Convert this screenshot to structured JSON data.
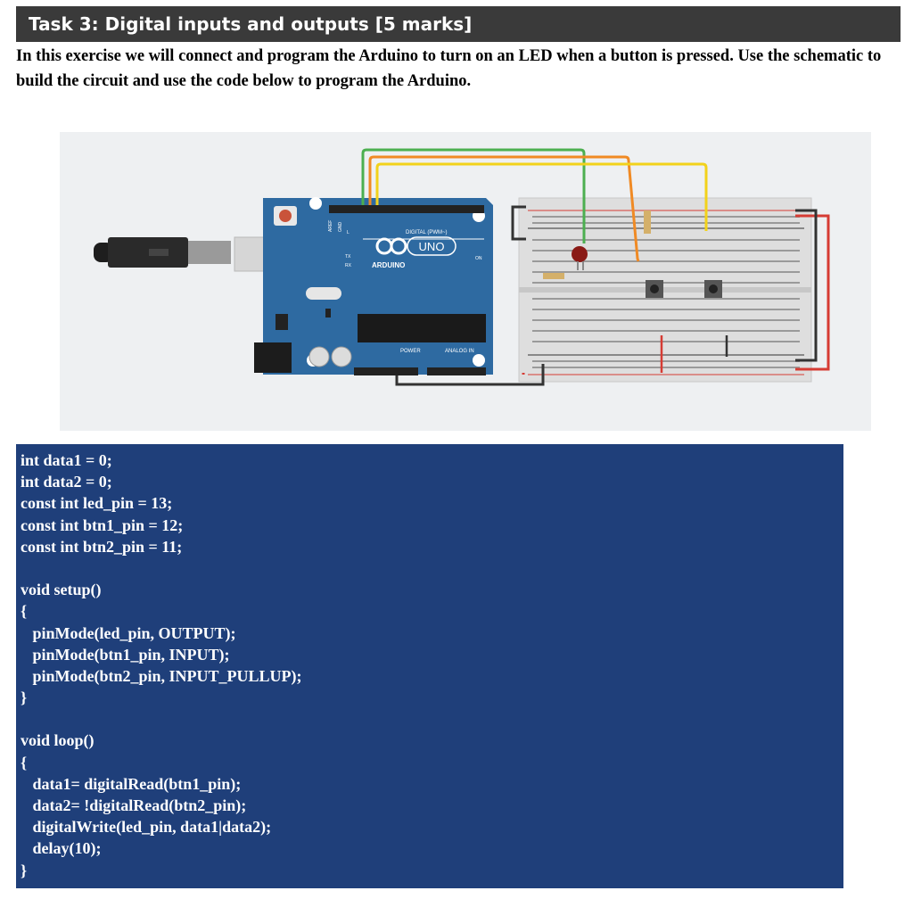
{
  "header": {
    "title": "Task 3: Digital inputs and outputs [5 marks]"
  },
  "intro": {
    "text": "In this exercise we will connect and program the Arduino to turn on an LED when a button is pressed. Use the schematic to build the circuit and use the code below to program the Arduino."
  },
  "board": {
    "digital_label": "DIGITAL (PWM~)",
    "logo_label": "UNO",
    "brand_label": "ARDUINO",
    "power_label": "POWER",
    "analog_label": "ANALOG IN",
    "on_label": "ON",
    "tx_label": "TX",
    "rx_label": "RX",
    "l_label": "L",
    "aref_label": "AREF",
    "gnd_label": "GND"
  },
  "code": {
    "lines": [
      "int data1 = 0;",
      "int data2 = 0;",
      "const int led_pin = 13;",
      "const int btn1_pin = 12;",
      "const int btn2_pin = 11;",
      "",
      "void setup()",
      "{",
      "   pinMode(led_pin, OUTPUT);",
      "   pinMode(btn1_pin, INPUT);",
      "   pinMode(btn2_pin, INPUT_PULLUP);",
      "}",
      "",
      "void loop()",
      "{",
      "   data1= digitalRead(btn1_pin);",
      "   data2= !digitalRead(btn2_pin);",
      "   digitalWrite(led_pin, data1|data2);",
      "   delay(10);",
      "}"
    ]
  },
  "colors": {
    "header_bg": "#3a3a3a",
    "code_bg": "#1f3f7a",
    "board_blue": "#2e6aa1",
    "wire_green": "#4caf50",
    "wire_orange": "#f08a24",
    "wire_yellow": "#f2d21b",
    "wire_red": "#d63c34",
    "wire_black": "#333333"
  }
}
